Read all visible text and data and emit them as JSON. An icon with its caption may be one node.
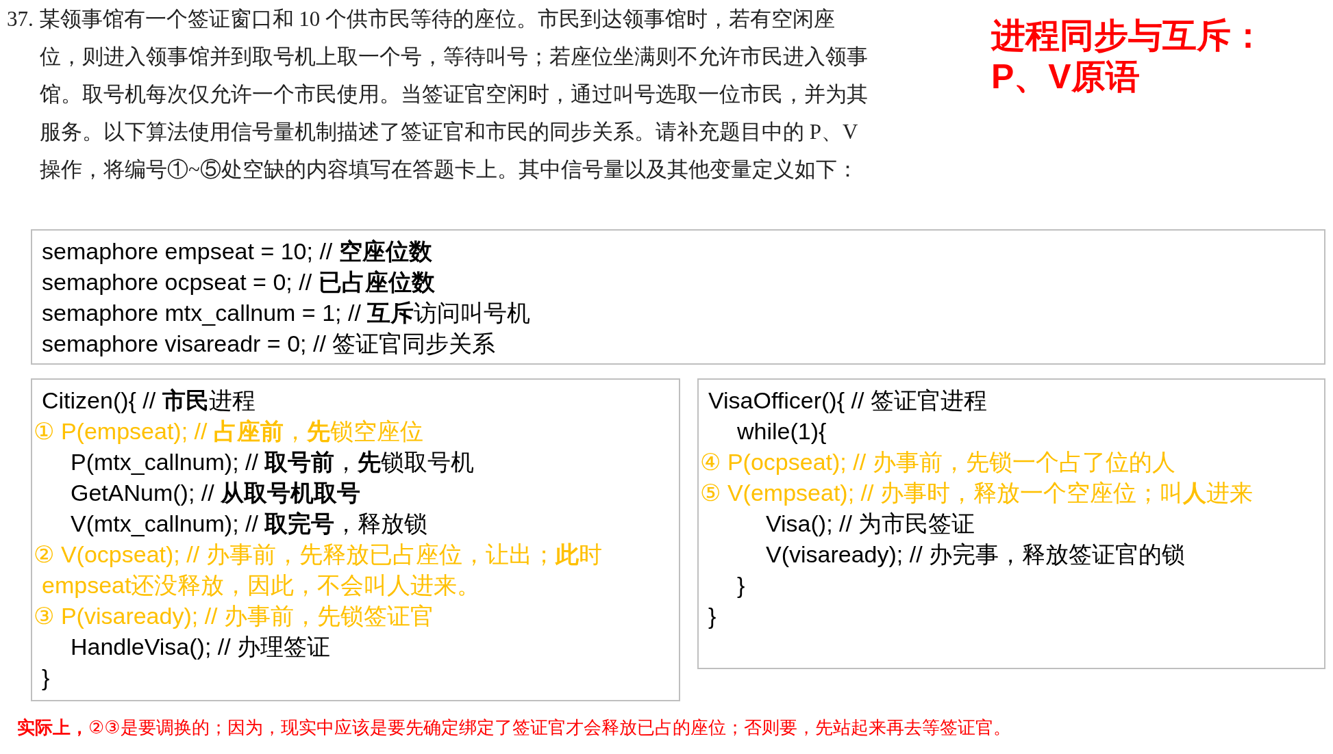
{
  "diagram": {
    "title": "进程同步与互斥：P、V原语",
    "nodes": [
      {
        "text": [
          "semaphore empseat = 10; // **空座位数**",
          "semaphore ocpseat = 0; // **已占座位数**",
          "semaphore mtx_callnum = 1; // **互斥**访问叫号机",
          "semaphore visareadr = 0; // 签证官同步关系"
        ]
      },
      {
        "text": [
          "Citizen(){ // **市民**进程",
          "① P(empseat); // **占座前**，**先**锁空座位",
          "P(mtx_callnum); // **取号前**，**先**锁取号机",
          "GetANum(); // **从取号机取号**",
          "V(mtx_callnum); // **取完号**，释放锁",
          "② V(ocpseat); // 办事前，先释放已占座位，让出；**此**时empseat还没释放，因此，不会叫人进来。",
          "③ P(visaready); // 办事前，先锁签证官",
          "HandleVisa(); // 办理签证",
          "}"
        ]
      },
      {
        "text": [
          "VisaOfficer(){ // 签证官进程",
          "while(1){",
          "④ P(ocpseat); // 办事前，先锁一个占了位的人",
          "⑤ V(empseat); // 办事时，释放一个空座位；叫**人**进来",
          "Visa(); // 为市民签证",
          "V(visaready); // 办完事，释放签证官的锁",
          "}",
          "}"
        ]
      }
    ],
    "labels": [
      "37. 某领事馆有一个签证窗口和 10 个供市民等待的座位。市民到达领事馆时，若有空闲座位，则进入领事馆并到取号机上取一个号，等待叫号；若座位坐满则不允许市民进入领事馆。取号机每次仅允许一个市民使用。当签证官空闲时，通过叫号选取一位市民，并为其服务。以下算法使用信号量机制描述了签证官和市民的同步关系。请补充题目中的 P、V 操作，将编号①~⑤处空缺的内容填写在答题卡上。其中信号量以及其他变量定义如下：",
      "**实际上，**②③是要调换的；因为，现实中应该是要先确定绑定了签证官才会释放已占的座位；否则要，先站起来再去等签证官。"
    ]
  }
}
